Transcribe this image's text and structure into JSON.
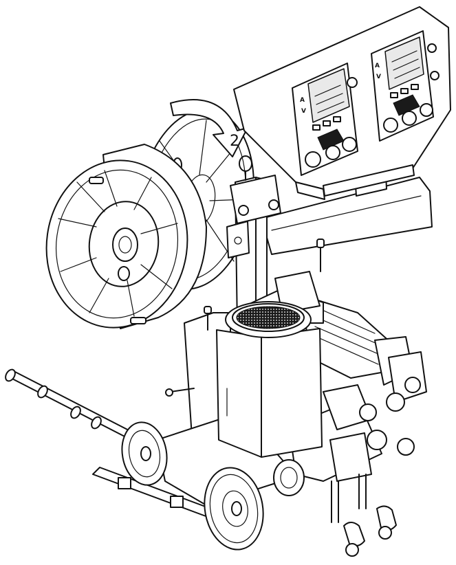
{
  "figure": {
    "step_number": "2",
    "panels": [
      {
        "row1_symbol": "A",
        "row2_symbol": "V"
      },
      {
        "row1_symbol": "A",
        "row2_symbol": "V"
      }
    ]
  },
  "colors": {
    "line": "#111111",
    "paper": "#ffffff",
    "mesh": "#1a1a1a"
  },
  "icons": [
    "curved-arrow-icon",
    "lifting-eye-icon"
  ]
}
